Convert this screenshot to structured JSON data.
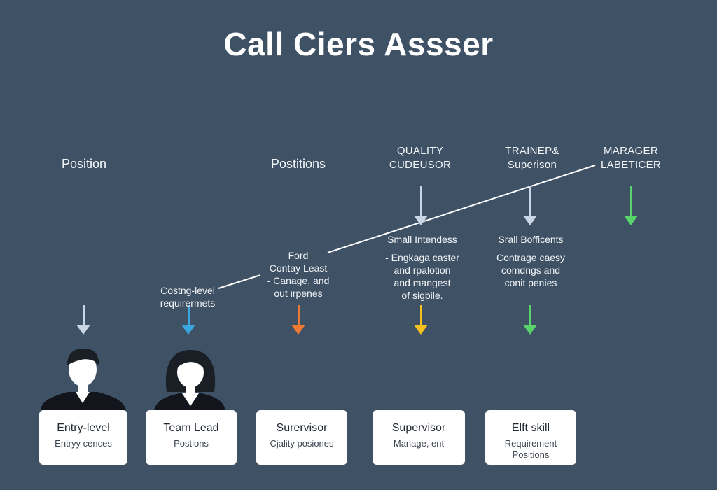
{
  "title": "Call Ciers Assser",
  "column_heads": {
    "col1": "Position",
    "col3": "Postitions",
    "col4_line1": "QUALITY",
    "col4_line2": "CUDEUSOR",
    "col5_line1": "TRAINEP&",
    "col5_line2": "Superison",
    "col6_line1": "MARAGER",
    "col6_line2": "LABETICER"
  },
  "notes": {
    "costing": {
      "line1": "Costng-level",
      "line2": "requirermets"
    },
    "ford": {
      "line1": "Ford",
      "line2": "Contay Least",
      "line3": "- Canage, and",
      "line4": "out irpenes"
    },
    "small_intendess": {
      "heading": "Small Intendess",
      "line1": "- Engkaga caster",
      "line2": "and rpalotion",
      "line3": "and mangest",
      "line4": "of sigbile."
    },
    "small_bofficents": {
      "heading": "Srall Bofficents",
      "line1": "Contrage caesy",
      "line2": "comdngs and",
      "line3": "conit penies"
    }
  },
  "boxes": [
    {
      "title": "Entry-level",
      "subtitle": "Entryy cences"
    },
    {
      "title": "Team Lead",
      "subtitle": "Postions"
    },
    {
      "title": "Surervisor",
      "subtitle": "Cjality posiones"
    },
    {
      "title": "Supervisor",
      "subtitle": "Manage, ent"
    },
    {
      "title": "Elft skill",
      "subtitle": "Requirement Positions"
    }
  ],
  "colors": {
    "background": "#3f5164",
    "arrow_light": "#c9d6e6",
    "arrow_blue": "#3aa6e0",
    "arrow_orange": "#ef7a35",
    "arrow_yellow": "#f5c21b",
    "arrow_green": "#57d36a"
  },
  "icons": [
    "male-avatar-icon",
    "female-avatar-icon",
    "arrow-down-icon"
  ]
}
